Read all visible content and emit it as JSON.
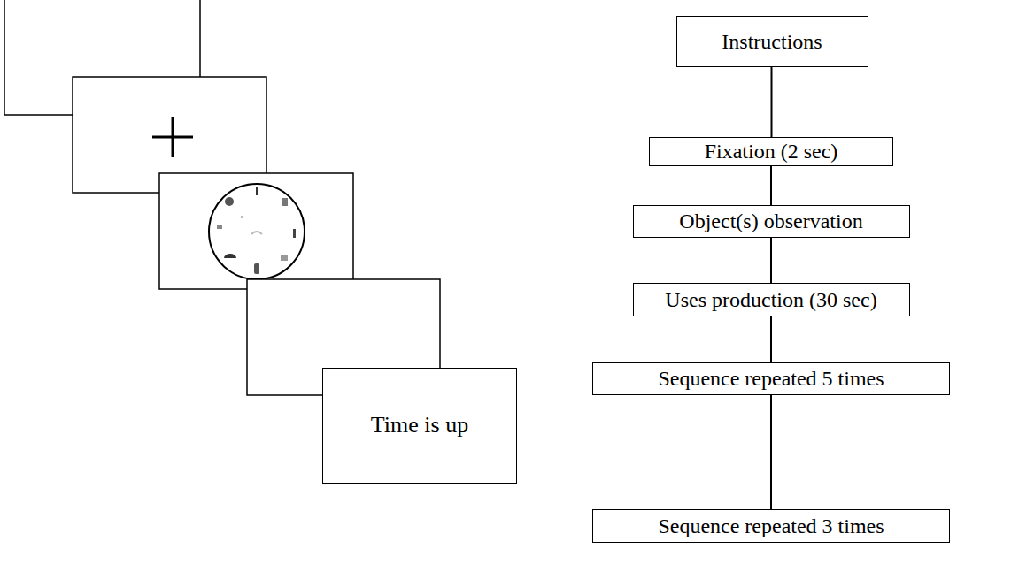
{
  "diagram": {
    "nodes": [
      {
        "text": [
          "Time is up"
        ]
      },
      {
        "text": [
          "Instructions"
        ]
      },
      {
        "text": [
          "Fixation (2 sec)"
        ]
      },
      {
        "text": [
          "Object(s) observation"
        ]
      },
      {
        "text": [
          "Uses production (30 sec)"
        ]
      },
      {
        "text": [
          "Sequence repeated 5 times"
        ]
      },
      {
        "text": [
          "Sequence repeated 3 times"
        ]
      }
    ],
    "edges": [
      {
        "from": 1,
        "to": 2,
        "arrow": "none"
      },
      {
        "from": 2,
        "to": 3,
        "arrow": "none"
      },
      {
        "from": 3,
        "to": 4,
        "arrow": "none"
      },
      {
        "from": 4,
        "to": 5,
        "arrow": "none"
      },
      {
        "from": 5,
        "to": 6,
        "arrow": "none"
      }
    ]
  }
}
